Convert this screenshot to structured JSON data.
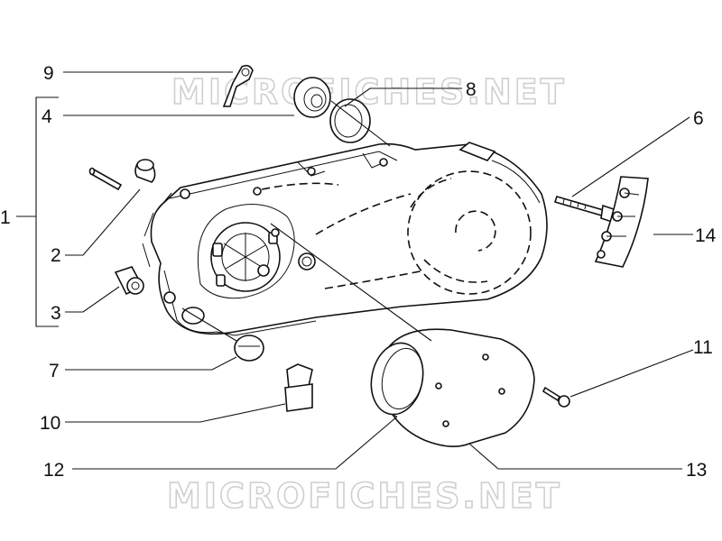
{
  "watermark": {
    "top": "MICROFICHES.NET",
    "bottom": "MICROFICHES.NET"
  },
  "callouts": {
    "c1": "1",
    "c2": "2",
    "c3": "3",
    "c4": "4",
    "c6": "6",
    "c7": "7",
    "c8": "8",
    "c9": "9",
    "c10": "10",
    "c11": "11",
    "c12": "12",
    "c13": "13",
    "c14": "14"
  }
}
